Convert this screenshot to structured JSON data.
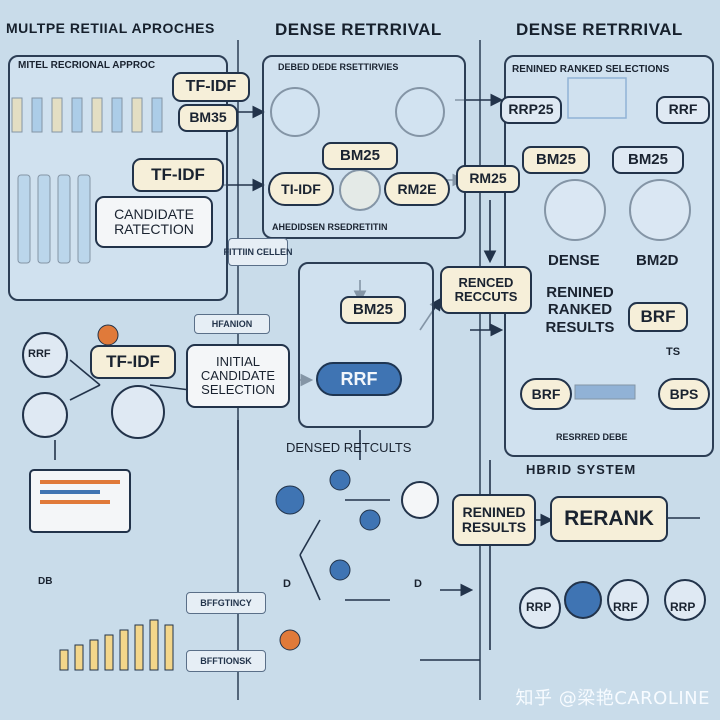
{
  "headings": {
    "left": "MULTPE RETIIAL APROCHES",
    "middle": "DENSE RETRRIVAL",
    "right": "DENSE RETRRIVAL"
  },
  "left_panel": {
    "caption": "MITEL RECRIONAL APPROC",
    "tfidf_top": "TF-IDF",
    "bm_top": "BM35",
    "tfidf_mid": "TF-IDF",
    "candidate": "CANDIDATE RATECTION",
    "tfidf_lower": "TF-IDF",
    "rrf_node": "RRF",
    "monitor_chart": "DB",
    "bottom_meter_label": ""
  },
  "middle_panel": {
    "caption": "DEBED DEDE RSETTIRVIES",
    "bm25": "BM25",
    "ti_idf": "TI-IDF",
    "rm2e": "RM2E",
    "tag_a": "FITTIIN CELLEN",
    "footer": "AHEDIDSEN RSEDRETITIN",
    "bm25_b": "BM25",
    "rrf": "RRF",
    "densed_results": "DENSED RETCULTS",
    "tag_b": "HFANION",
    "initial": "INITIAL CANDIDATE SELECTION",
    "tag_c": "BFFGTINCY",
    "tag_d": "BFFTIONSK",
    "node_d1": "D",
    "node_d2": "D",
    "bottom_right_label": ""
  },
  "center_links": {
    "rm25": "RM25",
    "renced": "RENCED RECCUTS"
  },
  "right_panel": {
    "caption": "RENINED RANKED SELECTIONS",
    "rrp25": "RRP25",
    "rrf_top": "RRF",
    "bm25_a": "BM25",
    "bm25_b": "BM25",
    "dense": "DENSE",
    "bm2d": "BM2D",
    "refined": "RENINED RANKED RESULTS",
    "brf_big": "BRF",
    "brf_left": "BRF",
    "bps": "BPS",
    "ts_label": "TS",
    "rescored": "RESRRED DEBE"
  },
  "bottom_right": {
    "hybrid": "HBRID  SYSTEM",
    "renined_results": "RENINED RESULTS",
    "rerank": "RERANK",
    "rrp_a": "RRP",
    "rrf_b": "RRF",
    "rrp_c": "RRP"
  },
  "watermark": "知乎 @梁艳CAROLINE",
  "colors": {
    "background": "#c9dcea",
    "line": "#22334a",
    "accent_orange": "#e07a3a",
    "accent_blue": "#3f74b3",
    "box_cream": "#f6efd9"
  }
}
